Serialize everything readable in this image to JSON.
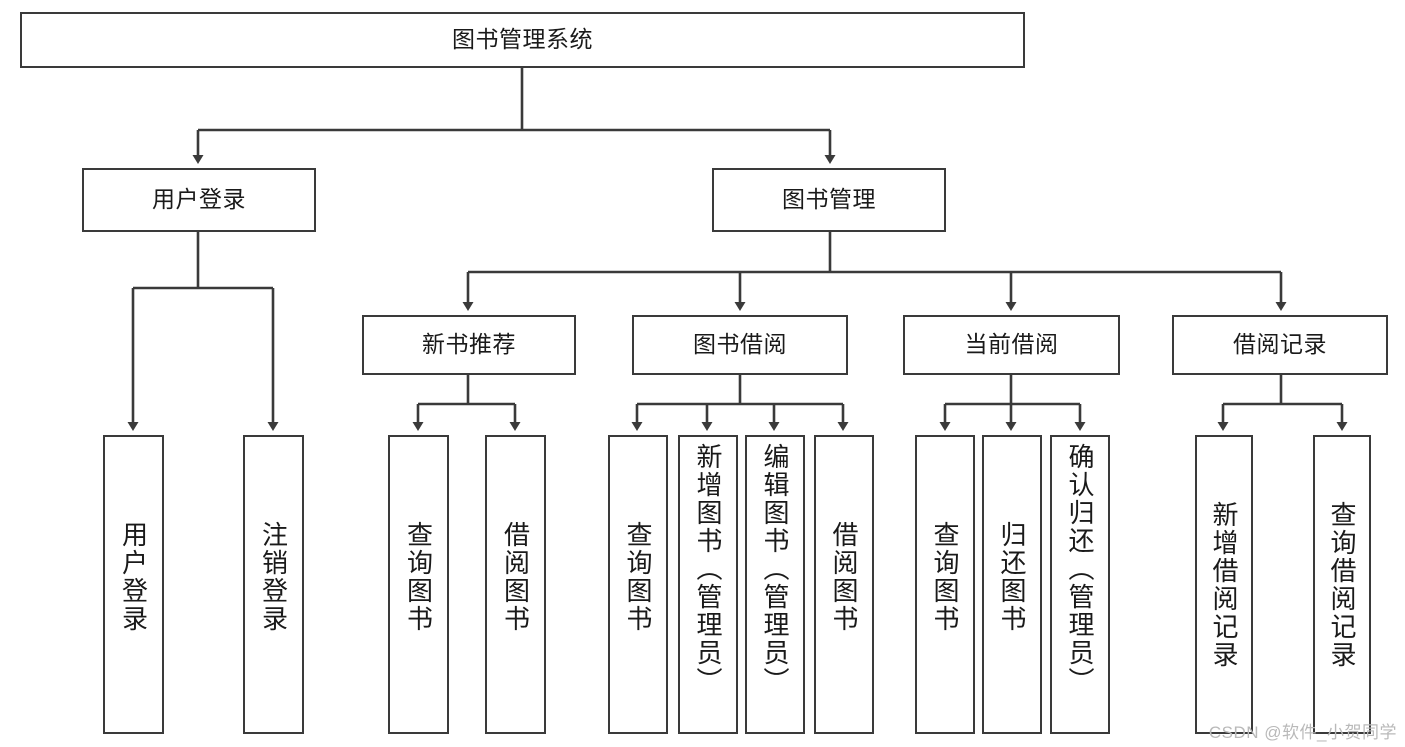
{
  "diagram": {
    "title": "图书管理系统",
    "type": "hierarchy-tree",
    "style": {
      "box_border_color": "#3a3a3a",
      "box_fill_color": "#ffffff",
      "edge_color": "#3a3a3a",
      "background_color": "#ffffff",
      "watermark_color": "#b9b9b9"
    },
    "levels": {
      "root": {
        "label": "图书管理系统"
      },
      "level2": [
        {
          "label": "用户登录"
        },
        {
          "label": "图书管理"
        }
      ],
      "level3": [
        {
          "label": "新书推荐"
        },
        {
          "label": "图书借阅"
        },
        {
          "label": "当前借阅"
        },
        {
          "label": "借阅记录"
        }
      ],
      "leaves": {
        "用户登录": [
          {
            "label": "用户登录"
          },
          {
            "label": "注销登录"
          }
        ],
        "新书推荐": [
          {
            "label": "查询图书"
          },
          {
            "label": "借阅图书"
          }
        ],
        "图书借阅": [
          {
            "label": "查询图书"
          },
          {
            "label": "新增图书（管理员）"
          },
          {
            "label": "编辑图书（管理员）"
          },
          {
            "label": "借阅图书"
          }
        ],
        "当前借阅": [
          {
            "label": "查询图书"
          },
          {
            "label": "归还图书"
          },
          {
            "label": "确认归还（管理员）"
          }
        ],
        "借阅记录": [
          {
            "label": "新增借阅记录"
          },
          {
            "label": "查询借阅记录"
          }
        ]
      }
    }
  },
  "watermark": {
    "text": "CSDN @软件_小贺同学"
  }
}
